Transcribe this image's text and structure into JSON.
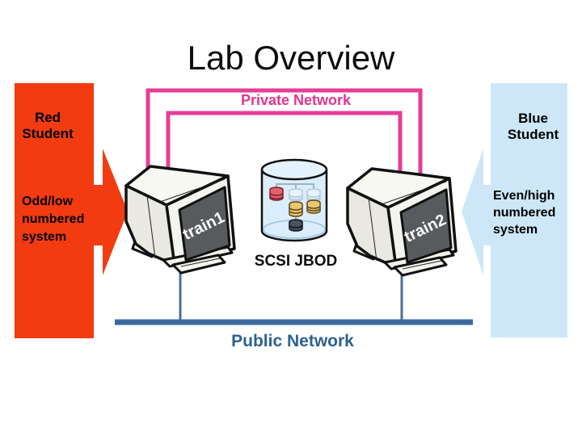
{
  "title": "Lab Overview",
  "red_panel": {
    "student": "Red\nStudent",
    "system": "Odd/low\nnumbered\nsystem"
  },
  "blue_panel": {
    "student": "Blue\nStudent",
    "system": "Even/high\nnumbered\nsystem"
  },
  "network": {
    "private": "Private Network",
    "public": "Public Network"
  },
  "storage": {
    "label": "SCSI JBOD"
  },
  "machines": [
    {
      "name": "train1"
    },
    {
      "name": "train2"
    }
  ],
  "colors": {
    "red-panel": "#f23b10",
    "blue-panel": "#cde7f8",
    "pink": "#e63d98",
    "pink-text": "#e0358e",
    "public-line": "#3a6b9e",
    "drop-line": "#4a7096",
    "public-text": "#2d618f",
    "screen": "#585b5e",
    "cylinder": "#daedfb"
  }
}
